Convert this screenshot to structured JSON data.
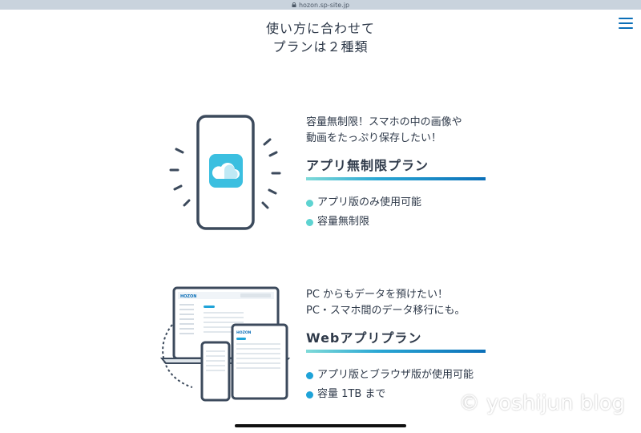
{
  "browser": {
    "url": "hozon.sp-site.jp"
  },
  "header": {
    "title_line1": "使い方に合わせて",
    "title_line2": "プランは２種類"
  },
  "plans": [
    {
      "desc_line1": "容量無制限！スマホの中の画像や",
      "desc_line2": "動画をたっぷり保存したい！",
      "name": "アプリ無制限プラン",
      "features": [
        "アプリ版のみ使用可能",
        "容量無制限"
      ],
      "bullet_color": "#5ed3d1"
    },
    {
      "desc_line1": "PC からもデータを預けたい！",
      "desc_line2": "PC・スマホ間のデータ移行にも。",
      "name": "Webアプリプラン",
      "features": [
        "アプリ版とブラウザ版が使用可能",
        "容量 1TB まで"
      ],
      "bullet_color": "#1fa3d8"
    }
  ],
  "illustration": {
    "brand_label": "HOZON"
  },
  "watermark": "© yoshijun blog",
  "colors": {
    "accent": "#0b6fb8",
    "teal": "#5ed3d1",
    "text": "#2f3a4a"
  }
}
